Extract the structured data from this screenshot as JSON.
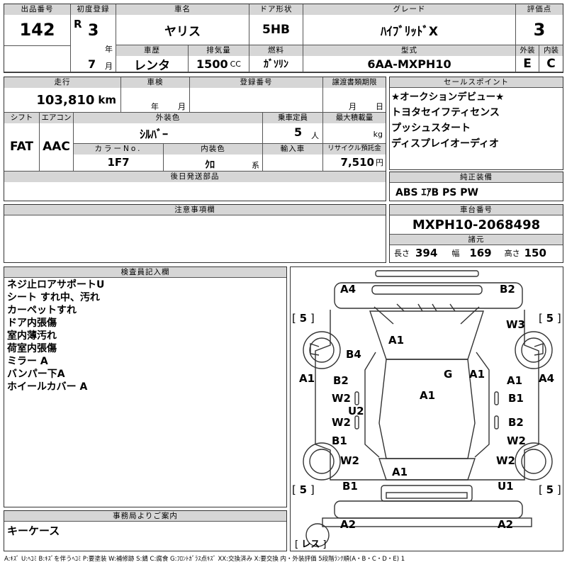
{
  "top": {
    "lot_no_label": "出品番号",
    "lot_no": "142",
    "first_reg_label": "初度登録",
    "era": "R",
    "year": "3",
    "year_unit": "年",
    "month": "7",
    "month_unit": "月",
    "car_name_label": "車名",
    "car_name": "ヤリス",
    "door_label": "ドア形状",
    "door": "5HB",
    "grade_label": "グレード",
    "grade": "ﾊｲﾌﾞﾘｯﾄﾞX",
    "score_label": "評価点",
    "score": "3",
    "history_label": "車歴",
    "history": "レンタ",
    "displacement_label": "排気量",
    "displacement": "1500",
    "cc": "CC",
    "fuel_label": "燃料",
    "fuel": "ｶﾞｿﾘﾝ",
    "model_label": "型式",
    "model": "6AA-MXPH10",
    "ext_label": "外装",
    "ext": "E",
    "int_label": "内装",
    "int": "C"
  },
  "row2": {
    "mileage_label": "走行",
    "mileage": "103,810",
    "km": "km",
    "inspection_label": "車検",
    "insp_year_unit": "年",
    "insp_month_unit": "月",
    "reg_no_label": "登録番号",
    "transfer_label": "譲渡書類期限",
    "transfer_month_unit": "月",
    "transfer_day_unit": "日",
    "shift_label": "シフト",
    "shift": "FAT",
    "ac_label": "エアコン",
    "ac": "AAC",
    "color_label": "外装色",
    "color": "ｼﾙﾊﾞｰ",
    "capacity_label": "乗車定員",
    "capacity": "5",
    "capacity_unit": "人",
    "max_load_label": "最大積載量",
    "kg": "kg",
    "color_no_label": "カラーNo.",
    "color_no": "1F7",
    "int_color_label": "内装色",
    "int_color": "ｸﾛ",
    "int_color_unit": "系",
    "import_label": "輸入車",
    "recycle_label": "リサイクル預託金",
    "recycle": "7,510",
    "yen": "円",
    "later_label": "後日発送部品"
  },
  "sales": {
    "label": "セールスポイント",
    "items": [
      "★オークションデビュー★",
      "トヨタセイフティセンス",
      "プッシュスタート",
      "ディスプレイオーディオ"
    ]
  },
  "equipment": {
    "label": "純正装備",
    "value": "ABS ｴｱB PS PW"
  },
  "notes": {
    "label": "注意事項欄"
  },
  "chassis": {
    "label": "車台番号",
    "value": "MXPH10-2068498",
    "dims_label": "諸元",
    "length_label": "長さ",
    "length": "394",
    "width_label": "幅",
    "width": "169",
    "height_label": "高さ",
    "height": "150"
  },
  "inspector": {
    "label": "検査員記入欄",
    "items": [
      "ネジ止ロアサポートU",
      "シート すれ中、汚れ",
      "カーペットすれ",
      "ドア内張傷",
      "室内薄汚れ",
      "荷室内張傷",
      "ミラー A",
      "バンパー下A",
      "ホイールカバー A"
    ]
  },
  "office": {
    "label": "事務局よりご案内",
    "value": "キーケース"
  },
  "diagram": {
    "tires": [
      "5",
      "5",
      "5",
      "5"
    ],
    "spare": "レス",
    "marks": [
      "A4",
      "B2",
      "W3",
      "A1",
      "B4",
      "A1",
      "A4",
      "G",
      "A1",
      "A1",
      "B2",
      "W2",
      "U2",
      "A1",
      "B1",
      "W2",
      "B2",
      "B1",
      "W2",
      "W2",
      "W2",
      "A1",
      "B1",
      "U1",
      "A2",
      "A2"
    ]
  },
  "legend": "A:ｷｽﾞ U:ﾍｺﾐ B:ｷｽﾞを伴うﾍｺﾐ P:要塗装 W:補修跡 S:錆 C:腐食 G:ﾌﾛﾝﾄｶﾞﾗｽ点ｷｽﾞ XX:交換済み X:要交換 内・外装評価 5段階ﾗﾝｸ順(A・B・C・D・E) 1"
}
